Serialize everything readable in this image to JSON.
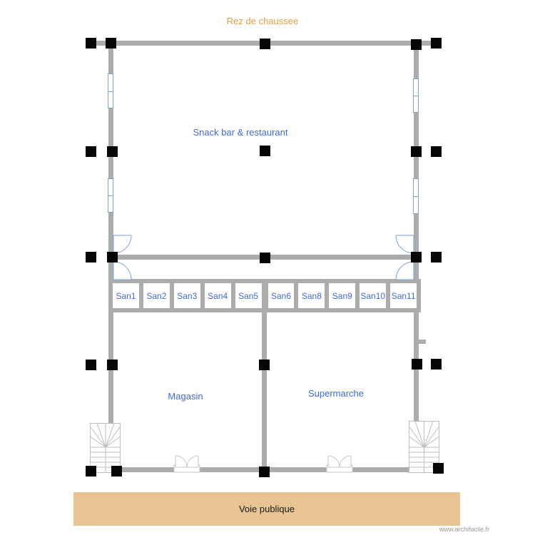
{
  "title": "Rez de chaussee",
  "rooms": {
    "snack": "Snack bar & restaurant",
    "magasin": "Magasin",
    "supermarche": "Supermarche"
  },
  "san_cells": [
    "San1",
    "San2",
    "San3",
    "San4",
    "San5",
    "San6",
    "San8",
    "San9",
    "San10",
    "San11"
  ],
  "road_label": "Voie publique",
  "watermark": "www.archifacile.fr",
  "colors": {
    "wall": "#acacac",
    "pillar": "#060606",
    "room_label": "#4169e1",
    "title": "#dfa03f",
    "road_fill": "#e7c492",
    "door_window": "#7da2d8",
    "stairs": "#bdbdbd"
  }
}
